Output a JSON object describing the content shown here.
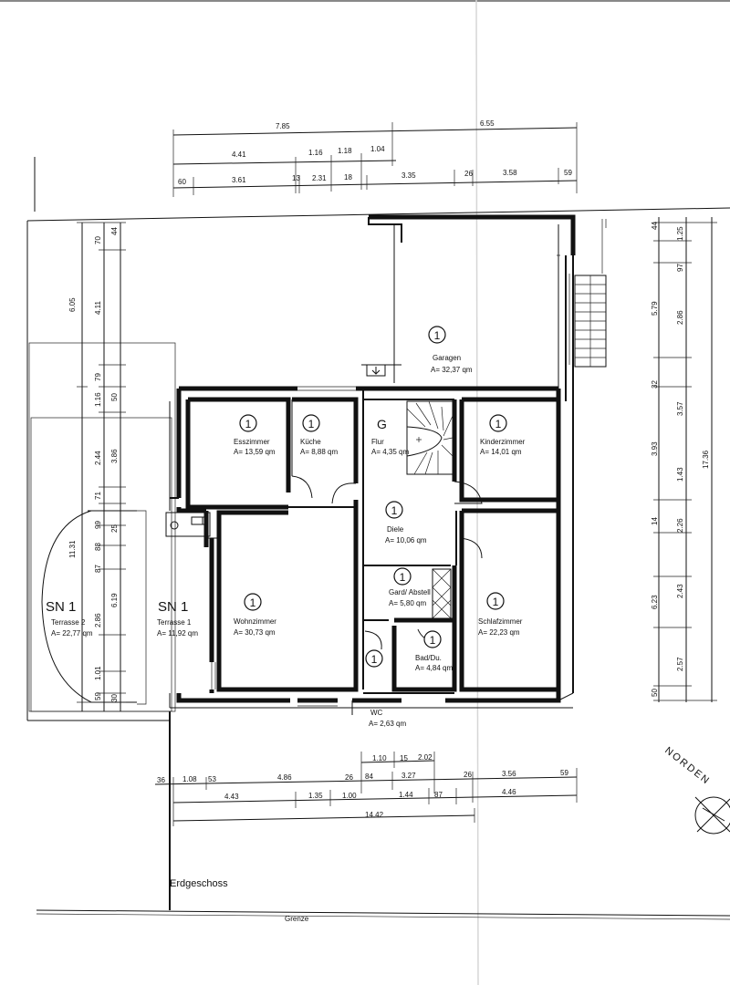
{
  "title": "Erdgeschoss",
  "boundary_label": "Grenze",
  "orientation_label": "NORDEN",
  "rooms": [
    {
      "key": "garagen",
      "num": "1",
      "name": "Garagen",
      "area": "A= 32,37 qm"
    },
    {
      "key": "esszimmer",
      "num": "1",
      "name": "Esszimmer",
      "area": "A= 13,59 qm"
    },
    {
      "key": "kueche",
      "num": "1",
      "name": "Küche",
      "area": "A= 8,88 qm"
    },
    {
      "key": "flur",
      "num": "G",
      "name": "Flur",
      "area": "A= 4,35 qm"
    },
    {
      "key": "kinderzimmer",
      "num": "1",
      "name": "Kinderzimmer",
      "area": "A= 14,01 qm"
    },
    {
      "key": "diele",
      "num": "1",
      "name": "Diele",
      "area": "A= 10,06 qm"
    },
    {
      "key": "garderobe",
      "num": "1",
      "name": "Gard/ Abstell",
      "area": "A= 5,80 qm"
    },
    {
      "key": "wohnzimmer",
      "num": "1",
      "name": "Wohnzimmer",
      "area": "A= 30,73 qm"
    },
    {
      "key": "schlafzimmer",
      "num": "1",
      "name": "Schlafzimmer",
      "area": "A= 22,23 qm"
    },
    {
      "key": "bad",
      "num": "1",
      "name": "Bad/Du.",
      "area": "A= 4,84 qm"
    },
    {
      "key": "wc",
      "num": "1",
      "name": "WC",
      "area": "A= 2,63 qm"
    },
    {
      "key": "terrasse1",
      "num": "SN 1",
      "name": "Terrasse 1",
      "area": "A= 11,92 qm"
    },
    {
      "key": "terrasse2",
      "num": "SN 1",
      "name": "Terrasse 2",
      "area": "A= 22,77 qm"
    }
  ],
  "dims": {
    "top1": [
      "7.85",
      "6.55"
    ],
    "top2": [
      "4.41",
      "1.16",
      "1.18",
      "1.04"
    ],
    "top3": [
      "60",
      "3.61",
      "13",
      "2.31",
      "18",
      "3.35",
      "26",
      "3.58",
      "59"
    ],
    "left_outer": [
      "6.05",
      "11.31"
    ],
    "left_mid": [
      "70",
      "4.11",
      "79",
      "1.16",
      "2.44",
      "71",
      "99",
      "88",
      "87",
      "6.19",
      "2.86",
      "1.01",
      "59"
    ],
    "left_inner": [
      "44",
      "50",
      "3.86",
      "25",
      "30"
    ],
    "right_inner": [
      "44",
      "32",
      "3.93",
      "14",
      "6.23",
      "50"
    ],
    "right_mid": [
      "1.25",
      "97",
      "5.79",
      "2.86",
      "3.57",
      "1.43",
      "2.26",
      "2.43",
      "2.57"
    ],
    "right_outer": [
      "17.36"
    ],
    "bottom1": [
      "1.10",
      "15",
      "2.02"
    ],
    "bottom2": [
      "36",
      "1.08",
      "53",
      "4.86",
      "26",
      "84",
      "3.27",
      "26",
      "3.56",
      "59"
    ],
    "bottom3": [
      "4.43",
      "1.35",
      "1.00",
      "1.44",
      "87",
      "4.46"
    ],
    "bottom4": [
      "14.42"
    ]
  }
}
